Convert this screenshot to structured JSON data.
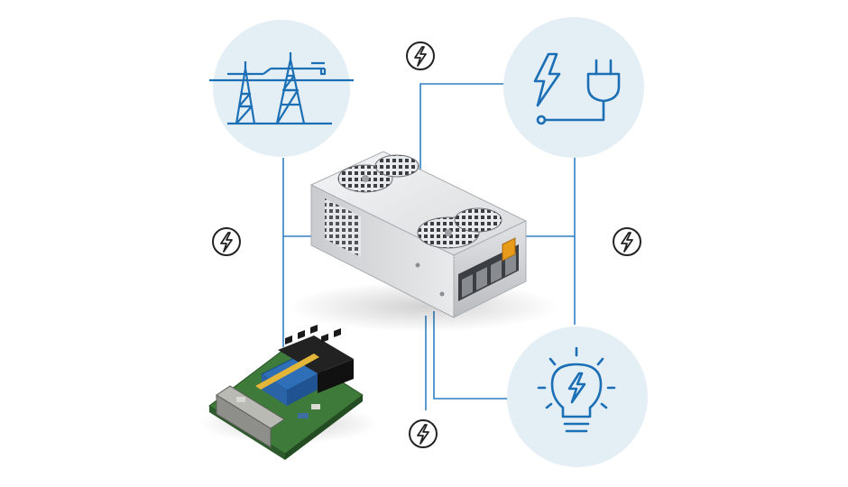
{
  "colors": {
    "background": "#ffffff",
    "circle_fill": "#e4eef5",
    "accent_blue": "#1a6fb5",
    "connector_line": "#2f80c4",
    "bolt_badge_stroke": "#222222",
    "psu_body": "#d9dbdd",
    "pcb_green": "#3e7a3a"
  },
  "nodes": [
    {
      "id": "power-grid",
      "icon": "transmission-towers-icon"
    },
    {
      "id": "power-source",
      "icon": "lightning-plug-icon"
    },
    {
      "id": "power-supply-unit",
      "icon": "psu-box-image"
    },
    {
      "id": "circuit-board",
      "icon": "pcb-relay-board-image"
    },
    {
      "id": "lighting",
      "icon": "lightbulb-bolt-icon"
    }
  ],
  "badges": [
    {
      "id": "top-center",
      "icon": "lightning-bolt-icon"
    },
    {
      "id": "left",
      "icon": "lightning-bolt-icon"
    },
    {
      "id": "right",
      "icon": "lightning-bolt-icon"
    },
    {
      "id": "bottom-center",
      "icon": "lightning-bolt-icon"
    }
  ]
}
